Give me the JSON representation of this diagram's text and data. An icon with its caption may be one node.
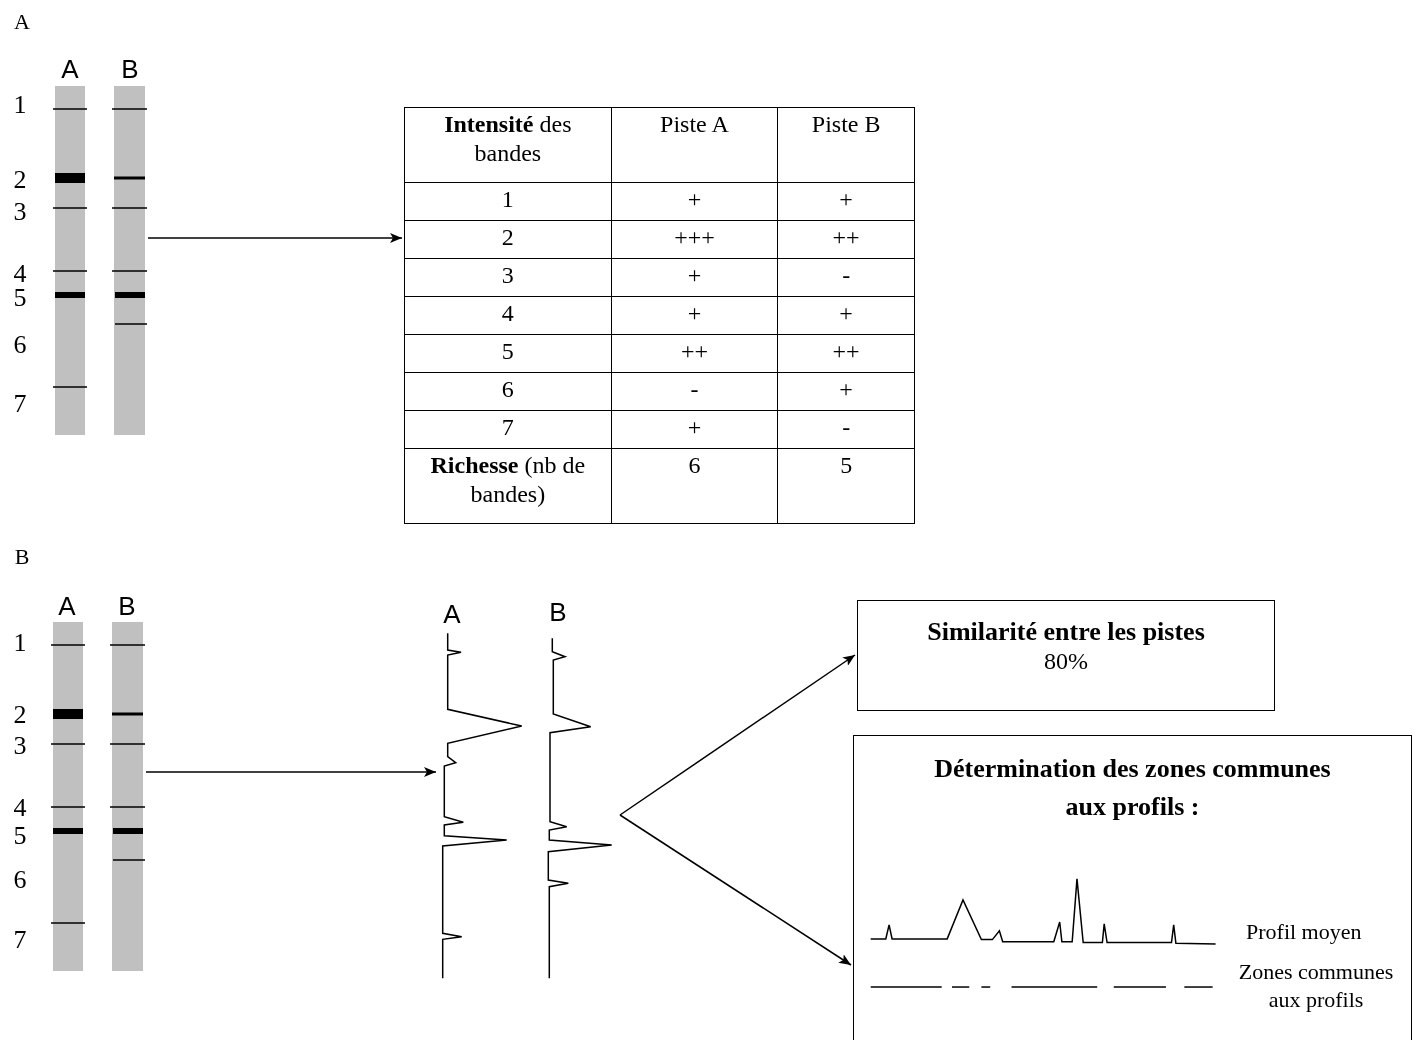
{
  "diagram": {
    "nodes": [
      {
        "text": [],
        "shape": "picture"
      },
      {
        "text": [],
        "shape": "box"
      },
      {
        "text": [],
        "shape": "picture"
      },
      {
        "text": [],
        "shape": "picture"
      },
      {
        "text": [
          "Similarité entre les pistes",
          "80%"
        ]
      },
      {
        "text": [
          "Détermination des zones communes aux profils :",
          "Profil moyen",
          "Zones communes aux profils"
        ]
      }
    ],
    "edges": [
      {
        "from": 0,
        "to": 1,
        "arrow": "to"
      },
      {
        "from": 2,
        "to": 3,
        "arrow": "to"
      },
      {
        "from": 3,
        "to": 4,
        "arrow": "to"
      },
      {
        "from": 3,
        "to": 5,
        "arrow": "to"
      }
    ],
    "labels": [
      "A",
      "A",
      "B",
      "1",
      "2",
      "3",
      "4",
      "5",
      "6",
      "7",
      "**Intensité** des bandes",
      "Piste A",
      "Piste B",
      "1",
      "+",
      "+",
      "2",
      "+++",
      "++",
      "3",
      "+",
      "-",
      "4",
      "+",
      "+",
      "5",
      "++",
      "++",
      "6",
      "-",
      "+",
      "7",
      "+",
      "-",
      "**Richesse** (nb de bandes)",
      "6",
      "5",
      "B",
      "A",
      "B",
      "1",
      "2",
      "3",
      "4",
      "5",
      "6",
      "7",
      "A",
      "B"
    ]
  }
}
